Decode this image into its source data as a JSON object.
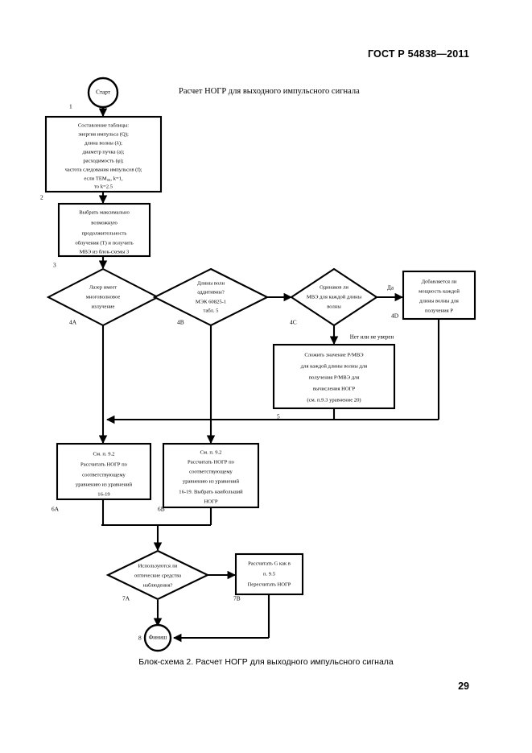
{
  "document": {
    "standard_header": "ГОСТ Р 54838—2011",
    "page_number": "29",
    "figure_title": "Расчет НОГР для выходного импульсного сигнала",
    "figure_caption": "Блок-схема 2. Расчет НОГР для выходного импульсного сигнала"
  },
  "flowchart": {
    "nodes": {
      "start": {
        "id": "1",
        "label": "Старт",
        "shape": "circle"
      },
      "table": {
        "id": "2",
        "shape": "process",
        "lines": [
          "Составление таблицы:",
          "энергия импульса (Q);",
          "длина волны (λ);",
          "диаметр пучка (a);",
          "расходимость (φ);",
          "частота следования импульсов (f);",
          "если TEM₀₀, k=1,",
          "то k=2.5"
        ]
      },
      "duration": {
        "id": "3",
        "shape": "process",
        "lines": [
          "Выбрать максимально",
          "возможную",
          "продолжительность",
          "облучения (T)  и получить",
          "МВЭ из блок-схемы 3"
        ]
      },
      "multiwave": {
        "id": "4A",
        "shape": "decision",
        "lines": [
          "Лазер имеет",
          "многоволновое",
          "излучение"
        ]
      },
      "additive": {
        "id": "4B",
        "shape": "decision",
        "lines": [
          "Длины волн",
          "аддитивны?",
          "МЭК 60825-1",
          "табл. 5"
        ]
      },
      "same_mpe": {
        "id": "4C",
        "shape": "decision",
        "lines": [
          "Одинаков ли",
          "МВЭ  для каждой длины",
          "волны"
        ]
      },
      "add_power": {
        "id": "4D",
        "shape": "process",
        "lines": [
          "Добавляется ли",
          "мощность каждой",
          "длины волны для",
          "получения P"
        ]
      },
      "sum_ratio": {
        "id": "5",
        "shape": "process",
        "lines": [
          "Сложить значение P/МВЭ",
          "для каждой длины волны для",
          "получения P/МВЭ для",
          "вычисления НОГР",
          "(см. п.9.3 уравнение 20)"
        ]
      },
      "calc_left": {
        "id": "6A",
        "shape": "process",
        "lines": [
          "См. п. 9.2",
          "Рассчитать НОГР по",
          "соответствующему",
          "уравнению из уравнений",
          "16-19"
        ]
      },
      "calc_right": {
        "id": "6B",
        "shape": "process",
        "lines": [
          "См. п. 9.2",
          "Рассчитать НОГР по",
          "соответствующему",
          "уравнению из уравнений",
          "16-19. Выбрать наибольший",
          "НОГР"
        ]
      },
      "optics": {
        "id": "7A",
        "shape": "decision",
        "lines": [
          "Используются ли",
          "оптические средства",
          "наблюдения?"
        ]
      },
      "recalc": {
        "id": "7B",
        "shape": "process",
        "lines": [
          "Рассчитать G как в",
          "п. 9.5",
          "Пересчитать НОГР"
        ]
      },
      "finish": {
        "id": "8",
        "label": "Финиш",
        "shape": "circle"
      }
    },
    "edge_labels": {
      "yes": "Да",
      "no_or_unsure": "Нет или не уверен"
    }
  }
}
